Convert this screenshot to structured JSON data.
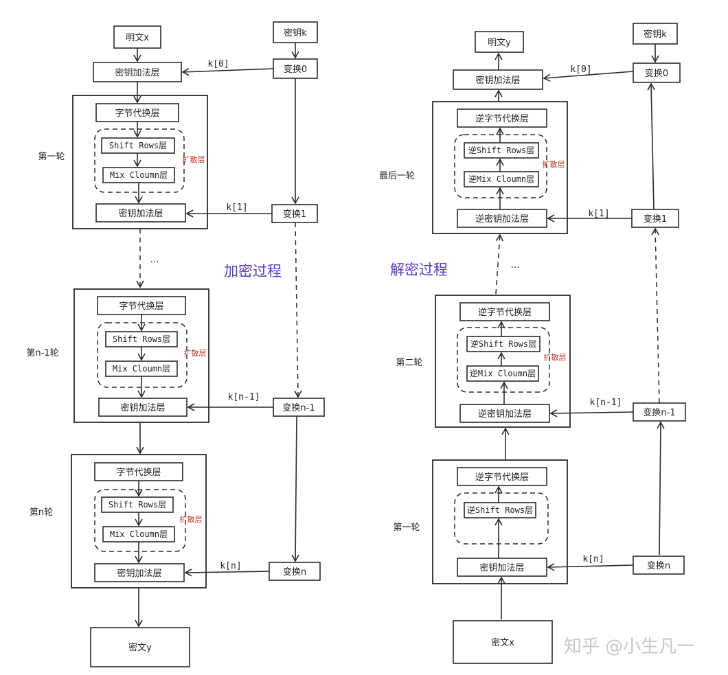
{
  "encrypt": {
    "title": "加密过程",
    "plaintext": "明文x",
    "key": "密钥k",
    "add_round_key": "密钥加法层",
    "byte_sub": "字节代换层",
    "shift_rows": "Shift Rows层",
    "mix_columns": "Mix Cloumn层",
    "diffusion": "扩散层",
    "ciphertext": "密文y",
    "round_labels": [
      "第一轮",
      "第n-1轮",
      "第n轮"
    ],
    "transforms": [
      "变换0",
      "变换1",
      "变换n-1",
      "变换n"
    ],
    "keys": [
      "k[0]",
      "k[1]",
      "k[n-1]",
      "k[n]"
    ],
    "ellipsis": "…"
  },
  "decrypt": {
    "title": "解密过程",
    "plaintext": "明文y",
    "key": "密钥k",
    "add_round_key": "密钥加法层",
    "inv_add_round_key": "逆密钥加法层",
    "inv_byte_sub": "逆字节代换层",
    "inv_shift_rows": "逆Shift Rows层",
    "inv_mix_columns": "逆Mix Cloumn层",
    "diffusion": "扩散层",
    "ciphertext": "密文x",
    "round_labels": [
      "最后一轮",
      "第二轮",
      "第一轮"
    ],
    "transforms": [
      "变换0",
      "变换1",
      "变换n-1",
      "变换n"
    ],
    "keys": [
      "k[0]",
      "k[1]",
      "k[n-1]",
      "k[n]"
    ],
    "ellipsis": "…"
  },
  "watermark": "知乎 @小生凡一"
}
